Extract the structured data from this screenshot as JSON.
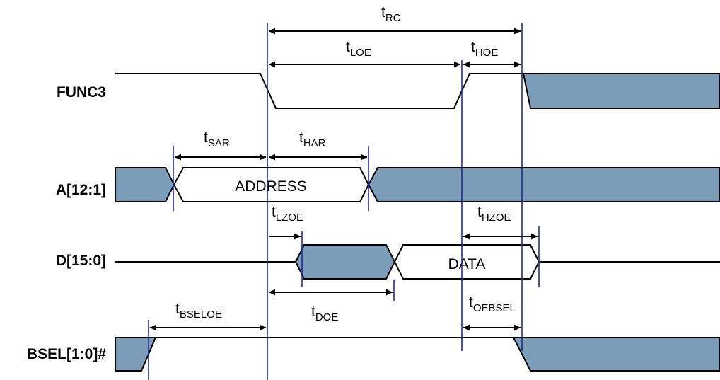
{
  "signals": {
    "func3": "FUNC3",
    "addr": "A[12:1]",
    "data": "D[15:0]",
    "bsel": "BSEL[1:0]#"
  },
  "bus_labels": {
    "address": "ADDRESS",
    "data": "DATA"
  },
  "timings": {
    "trc": {
      "main": "t",
      "sub": "RC"
    },
    "tloe": {
      "main": "t",
      "sub": "LOE"
    },
    "thoe": {
      "main": "t",
      "sub": "HOE"
    },
    "tsar": {
      "main": "t",
      "sub": "SAR"
    },
    "thar": {
      "main": "t",
      "sub": "HAR"
    },
    "tlzoe": {
      "main": "t",
      "sub": "LZOE"
    },
    "thzoe": {
      "main": "t",
      "sub": "HZOE"
    },
    "tbseloe": {
      "main": "t",
      "sub": "BSELOE"
    },
    "tdoe": {
      "main": "t",
      "sub": "DOE"
    },
    "toebsel": {
      "main": "t",
      "sub": "OEBSEL"
    }
  },
  "colors": {
    "hatch": "#7c9db8",
    "reference_line": "#1c2a9c"
  }
}
